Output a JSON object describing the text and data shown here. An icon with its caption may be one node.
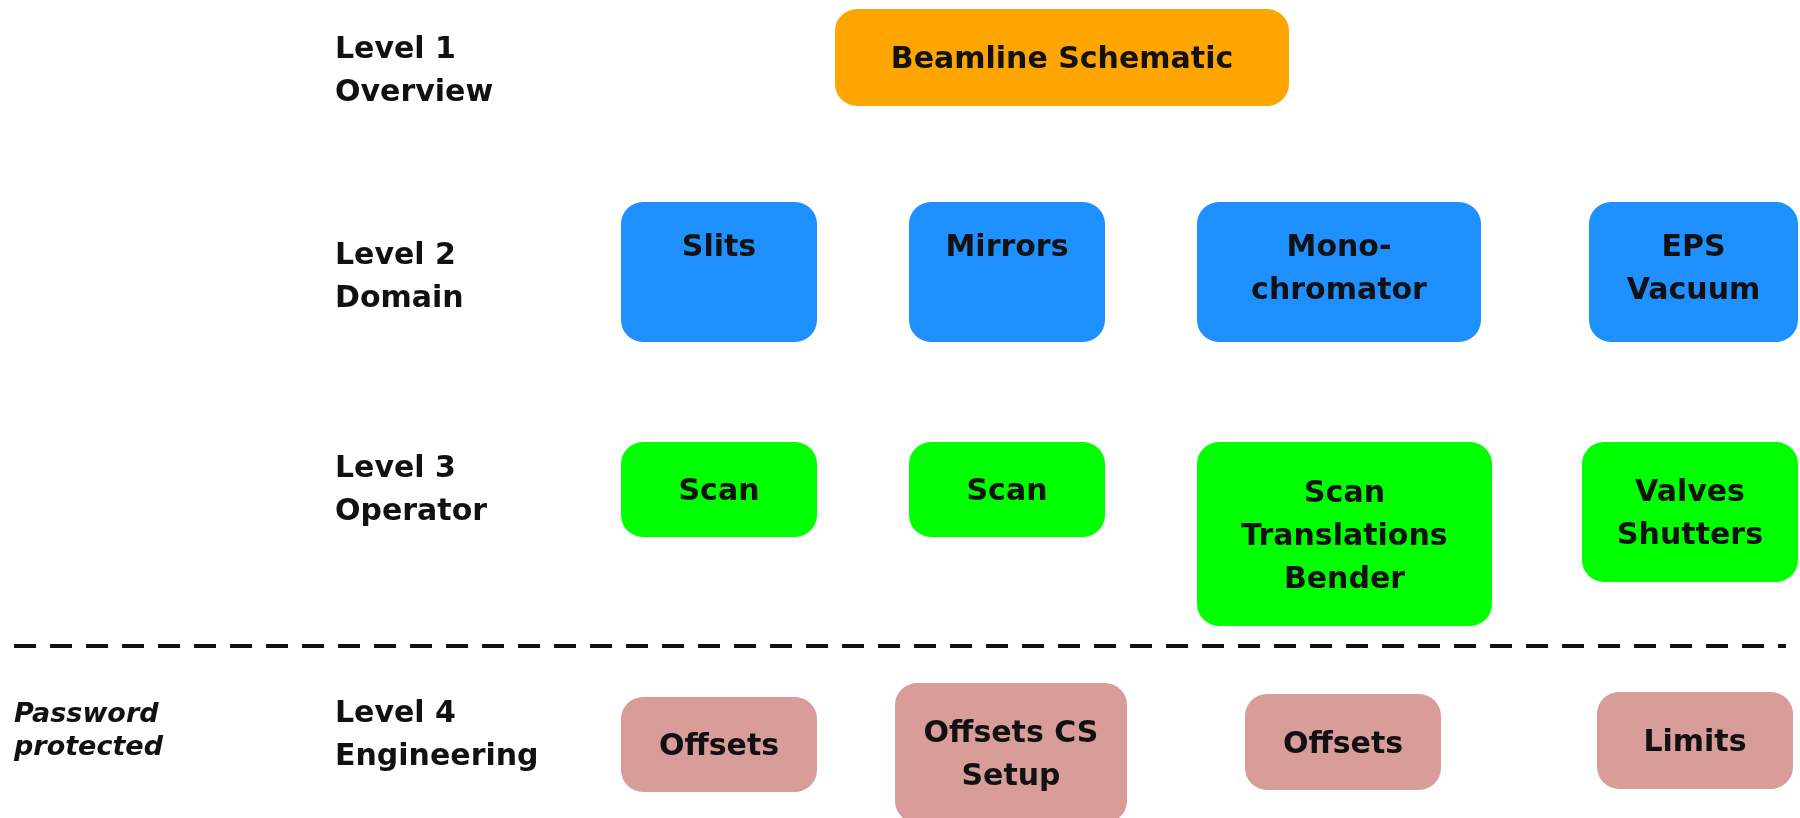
{
  "diagram": {
    "nodes": [
      {
        "text": [
          "Beamline Schematic"
        ]
      },
      {
        "text": [
          "Slits"
        ]
      },
      {
        "text": [
          "Mirrors"
        ]
      },
      {
        "text": [
          "Mono- chromator"
        ]
      },
      {
        "text": [
          "EPS Vacuum"
        ]
      },
      {
        "text": [
          "Scan"
        ]
      },
      {
        "text": [
          "Scan"
        ]
      },
      {
        "text": [
          "Scan Translations Bender"
        ]
      },
      {
        "text": [
          "Valves Shutters"
        ]
      },
      {
        "text": [
          "Offsets"
        ]
      },
      {
        "text": [
          "Offsets CS Setup"
        ]
      },
      {
        "text": [
          "Offsets"
        ]
      },
      {
        "text": [
          "Limits"
        ]
      }
    ],
    "labels": [
      "Level 1 Overview",
      "Level 2 Domain",
      "Level 3 Operator",
      "Password protected",
      "Level 4 Engineering"
    ]
  }
}
